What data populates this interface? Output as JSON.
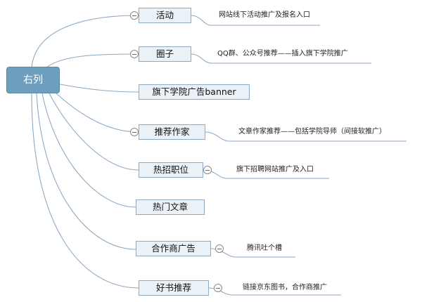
{
  "root": {
    "label": "右列"
  },
  "branches": [
    {
      "id": "huodong",
      "label": "活动",
      "icon": "collapse-icon",
      "note": "网站线下活动推广及报名入口"
    },
    {
      "id": "quanzi",
      "label": "圈子",
      "icon": "collapse-icon",
      "note": "QQ群、公众号推荐——插入旗下学院推广"
    },
    {
      "id": "banner",
      "label": "旗下学院广告banner"
    },
    {
      "id": "tuijian-zuojia",
      "label": "推荐作家",
      "icon": "collapse-icon",
      "note": "文章作家推荐——包括学院导师（间接软推广）"
    },
    {
      "id": "rezhao-zhiwei",
      "label": "热招职位",
      "icon": "collapse-icon",
      "note": "旗下招聘网站推广及入口"
    },
    {
      "id": "remen-wenzhang",
      "label": "热门文章"
    },
    {
      "id": "hezuoshang-guanggao",
      "label": "合作商广告",
      "icon": "collapse-icon",
      "note": "腾讯吐个槽"
    },
    {
      "id": "haoshu-tuijian",
      "label": "好书推荐",
      "icon": "collapse-icon",
      "note": "链接京东图书，合作商推广"
    }
  ],
  "colors": {
    "connector": "#8eaac4",
    "root_fill": "#6e9fbe",
    "node_fill": "#eaf1f7"
  }
}
